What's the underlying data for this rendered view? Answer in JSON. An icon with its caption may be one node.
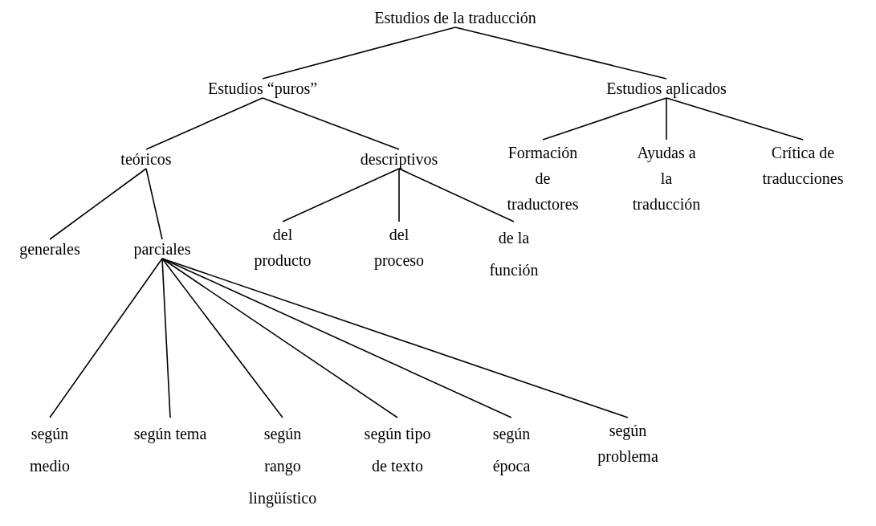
{
  "diagram": {
    "nodes": [
      {
        "text": [
          "Estudios de la traducción"
        ]
      },
      {
        "text": [
          "Estudios “puros”"
        ]
      },
      {
        "text": [
          "Estudios aplicados"
        ]
      },
      {
        "text": [
          "teóricos"
        ]
      },
      {
        "text": [
          "descriptivos"
        ]
      },
      {
        "text": [
          "Formación de traductores"
        ]
      },
      {
        "text": [
          "Ayudas a la traducción"
        ]
      },
      {
        "text": [
          "Crítica de traducciones"
        ]
      },
      {
        "text": [
          "generales"
        ]
      },
      {
        "text": [
          "parciales"
        ]
      },
      {
        "text": [
          "del producto"
        ]
      },
      {
        "text": [
          "del proceso"
        ]
      },
      {
        "text": [
          "de la función"
        ]
      },
      {
        "text": [
          "según medio"
        ]
      },
      {
        "text": [
          "según tema"
        ]
      },
      {
        "text": [
          "según rango lingüístico"
        ]
      },
      {
        "text": [
          "según tipo de texto"
        ]
      },
      {
        "text": [
          "según época"
        ]
      },
      {
        "text": [
          "según problema"
        ]
      }
    ],
    "edges": [
      {
        "from": 0,
        "to": 1,
        "arrow": "none"
      },
      {
        "from": 0,
        "to": 2,
        "arrow": "none"
      },
      {
        "from": 1,
        "to": 3,
        "arrow": "none"
      },
      {
        "from": 1,
        "to": 4,
        "arrow": "none"
      },
      {
        "from": 2,
        "to": 5,
        "arrow": "none"
      },
      {
        "from": 2,
        "to": 6,
        "arrow": "none"
      },
      {
        "from": 2,
        "to": 7,
        "arrow": "none"
      },
      {
        "from": 3,
        "to": 8,
        "arrow": "none"
      },
      {
        "from": 3,
        "to": 9,
        "arrow": "none"
      },
      {
        "from": 4,
        "to": 10,
        "arrow": "none"
      },
      {
        "from": 4,
        "to": 11,
        "arrow": "none"
      },
      {
        "from": 4,
        "to": 12,
        "arrow": "none"
      },
      {
        "from": 9,
        "to": 13,
        "arrow": "none"
      },
      {
        "from": 9,
        "to": 14,
        "arrow": "none"
      },
      {
        "from": 9,
        "to": 15,
        "arrow": "none"
      },
      {
        "from": 9,
        "to": 16,
        "arrow": "none"
      },
      {
        "from": 9,
        "to": 17,
        "arrow": "none"
      },
      {
        "from": 9,
        "to": 18,
        "arrow": "none"
      }
    ]
  }
}
